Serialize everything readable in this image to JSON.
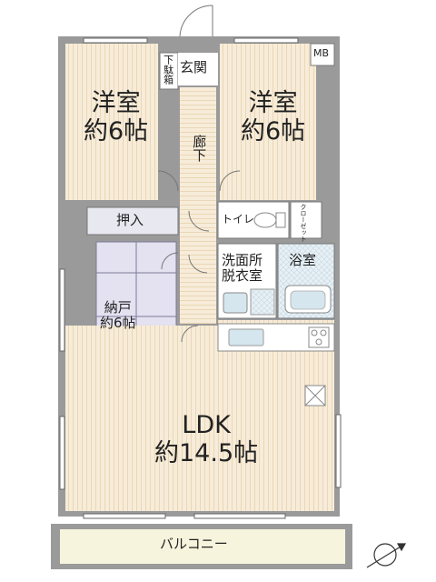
{
  "rooms": {
    "western_left": {
      "name": "洋室",
      "size": "約6帖"
    },
    "western_right": {
      "name": "洋室",
      "size": "約6帖"
    },
    "entrance": "玄関",
    "shoe_box": "下駄箱",
    "hallway": "廊下",
    "oshiire": "押入",
    "toilet": "トイレ",
    "closet": "クローゼット",
    "storage": {
      "name": "納戸",
      "size": "約6帖"
    },
    "washroom": {
      "line1": "洗面所",
      "line2": "脱衣室"
    },
    "bathroom": "浴室",
    "ldk": {
      "name": "LDK",
      "size": "約14.5帖"
    },
    "balcony": "バルコニー",
    "mb": "MB"
  },
  "colors": {
    "wall": "#8a8a8a",
    "wall_fill": "#f2f2f2",
    "wood_floor": "#f7ecd9",
    "wood_stripe": "#ead7b5",
    "tatami": "#e4e1f0",
    "tatami_line": "#7c7a9a",
    "wet_area": "#e6f0f5",
    "balcony_floor": "#f6f4dc"
  }
}
